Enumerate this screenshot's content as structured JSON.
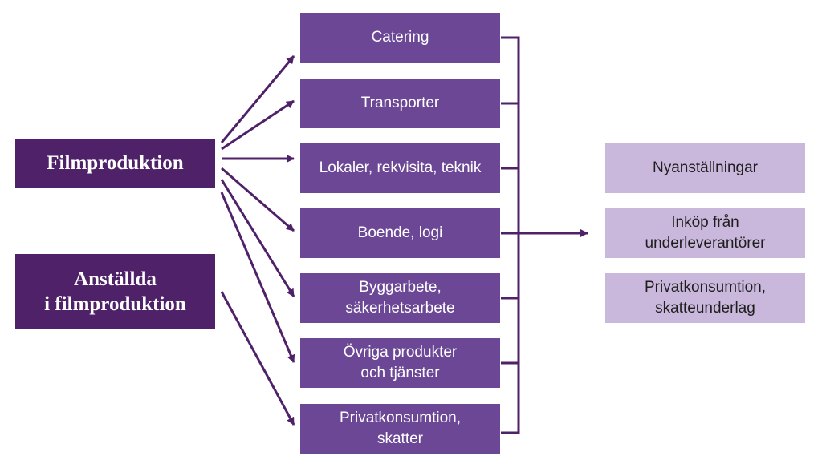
{
  "colors": {
    "source_box": "#4f2169",
    "middle_box": "#6b4795",
    "output_box": "#c9b8dc",
    "arrow": "#4f2169"
  },
  "sources": [
    {
      "label": "Filmproduktion"
    },
    {
      "label": "Anställda\ni filmproduktion"
    }
  ],
  "categories": [
    {
      "label": "Catering"
    },
    {
      "label": "Transporter"
    },
    {
      "label": "Lokaler, rekvisita, teknik"
    },
    {
      "label": "Boende, logi"
    },
    {
      "label": "Byggarbete,\nsäkerhetsarbete"
    },
    {
      "label": "Övriga produkter\noch tjänster"
    },
    {
      "label": "Privatkonsumtion,\nskatter"
    }
  ],
  "outcomes": [
    {
      "label": "Nyanställningar"
    },
    {
      "label": "Inköp från\nunderleverantörer"
    },
    {
      "label": "Privatkonsumtion,\nskatteunderlag"
    }
  ]
}
